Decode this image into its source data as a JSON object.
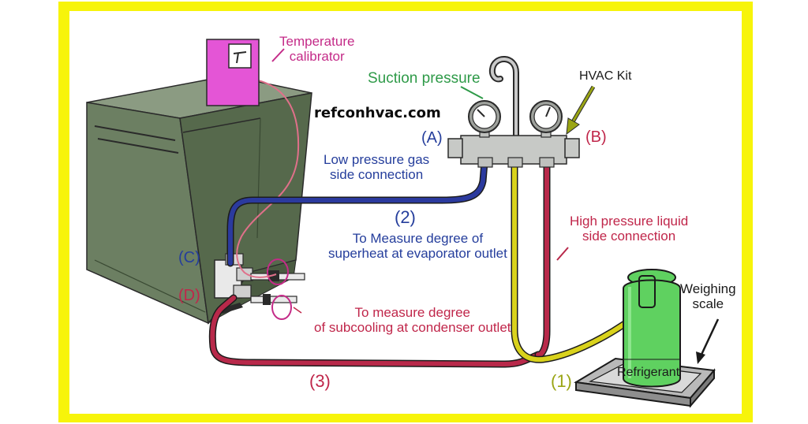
{
  "diagram": {
    "watermark": "refconhvac.com",
    "labels": {
      "temperature_calibrator": "Temperature\ncalibrator",
      "suction_pressure": "Suction pressure",
      "hvac_kit": "HVAC Kit",
      "marker_a": "(A)",
      "marker_b": "(B)",
      "marker_c": "(C)",
      "marker_d": "(D)",
      "low_pressure": "Low pressure gas\nside connection",
      "hose_2": "(2)",
      "superheat": "To Measure degree of\nsuperheat at evaporator outlet",
      "high_pressure": "High pressure liquid\nside connection",
      "weighing_scale": "Weighing\nscale",
      "subcooling": "To measure degree\nof subcooling at condenser outlet",
      "refrigerant": "Refrigerant",
      "hose_3": "(3)",
      "hose_1": "(1)"
    }
  },
  "colors": {
    "frame": "#f7f40a",
    "unit_body": "#5f7356",
    "low_pressure_hose": "#2b3a9e",
    "high_pressure_hose": "#b8294a",
    "charging_hose": "#d9d21c",
    "cylinder": "#5fd160",
    "calibrator": "#e455d6"
  }
}
